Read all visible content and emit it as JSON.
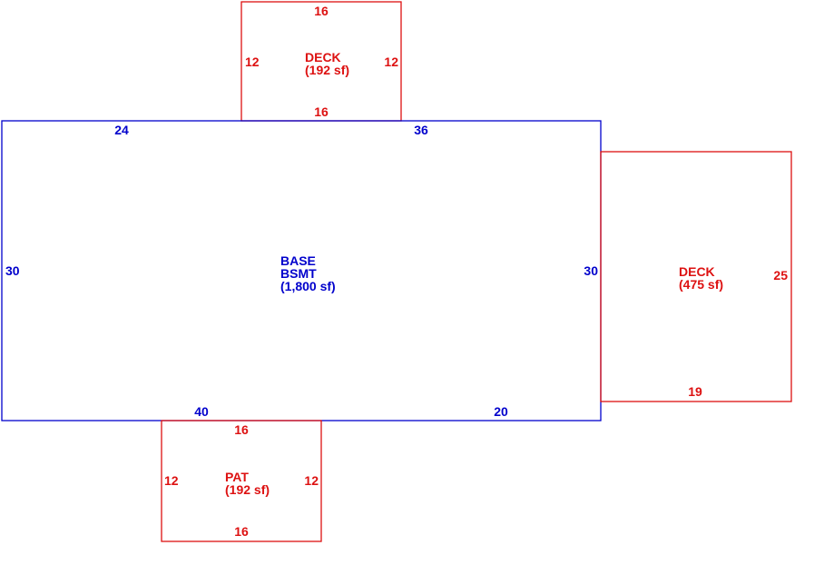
{
  "colors": {
    "base": "#0000cc",
    "addition": "#dd1111"
  },
  "areas": {
    "base": {
      "name_line1": "BASE",
      "name_line2": "BSMT",
      "area": "(1,800 sf)",
      "dims": {
        "top_left": "24",
        "top_right": "36",
        "left": "30",
        "right": "30",
        "bottom_left": "40",
        "bottom_right": "20"
      }
    },
    "deck_top": {
      "name": "DECK",
      "area": "(192 sf)",
      "dims": {
        "top": "16",
        "bottom": "16",
        "left": "12",
        "right": "12"
      }
    },
    "deck_right": {
      "name": "DECK",
      "area": "(475 sf)",
      "dims": {
        "right": "25",
        "bottom": "19"
      }
    },
    "patio": {
      "name": "PAT",
      "area": "(192 sf)",
      "dims": {
        "top": "16",
        "bottom": "16",
        "left": "12",
        "right": "12"
      }
    }
  }
}
